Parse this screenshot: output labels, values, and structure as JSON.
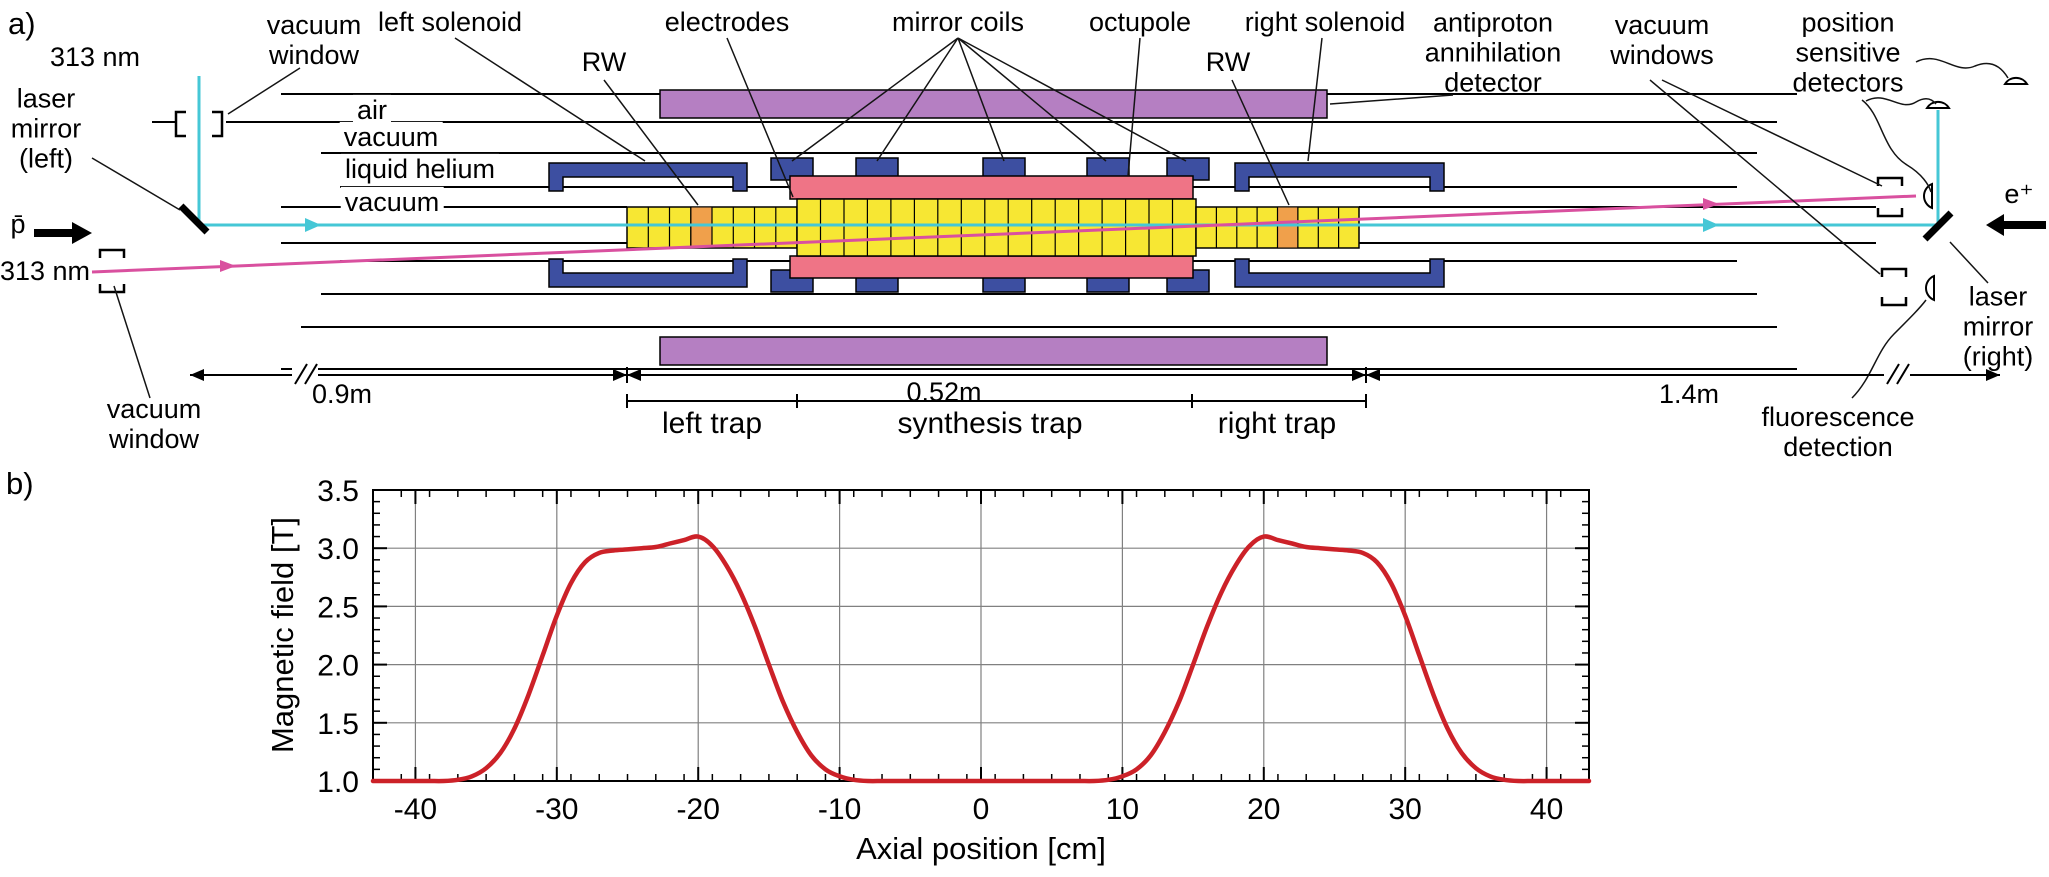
{
  "panel_a": {
    "tag": "a)",
    "labels": {
      "laser_wavelength_top": "313 nm",
      "vacuum_window_top": "vacuum\nwindow",
      "left_solenoid": "left solenoid",
      "rw_left": "RW",
      "electrodes": "electrodes",
      "mirror_coils": "mirror coils",
      "octupole": "octupole",
      "rw_right": "RW",
      "right_solenoid": "right solenoid",
      "annihilation_detector": "antiproton\nannihilation\ndetector",
      "vacuum_windows_right": "vacuum\nwindows",
      "position_detectors": "position\nsensitive\ndetectors",
      "layer_air": "air",
      "layer_vacuum_outer": "vacuum",
      "layer_liquid_helium": "liquid helium",
      "layer_vacuum_inner": "vacuum",
      "laser_mirror_left": "laser\nmirror\n(left)",
      "pbar": "p̄",
      "laser_wavelength_bottom": "313 nm",
      "vacuum_window_bottom": "vacuum\nwindow",
      "dim_left": "0.9m",
      "dim_center": "0.52m",
      "dim_right": "1.4m",
      "left_trap": "left trap",
      "synthesis_trap": "synthesis trap",
      "right_trap": "right trap",
      "positron": "e⁺",
      "laser_mirror_right": "laser\nmirror\n(right)",
      "fluorescence": "fluorescence\ndetection"
    },
    "colors": {
      "electrode_yellow": "#f7e733",
      "rw_orange": "#f0a04b",
      "coil_blue": "#3d4fa1",
      "octupole_pink": "#ef7486",
      "detector_purple": "#b57fc2",
      "beam_cyan": "#45c7d6",
      "beam_magenta": "#d9509f"
    }
  },
  "panel_b": {
    "tag": "b)"
  },
  "chart_data": {
    "type": "line",
    "title": "",
    "xlabel": "Axial position [cm]",
    "ylabel": "Magnetic field [T]",
    "xlim": [
      -43,
      43
    ],
    "ylim": [
      1.0,
      3.5
    ],
    "grid": true,
    "xticks": [
      -40,
      -30,
      -20,
      -10,
      0,
      10,
      20,
      30,
      40
    ],
    "xtick_labels": [
      "-40",
      "-30",
      "-20",
      "-10",
      "0",
      "10",
      "20",
      "30",
      "40"
    ],
    "yticks": [
      1.0,
      1.5,
      2.0,
      2.5,
      3.0,
      3.5
    ],
    "ytick_labels": [
      "1.0",
      "1.5",
      "2.0",
      "2.5",
      "3.0",
      "3.5"
    ],
    "x_minor_step": 2,
    "y_minor_step": 0.1,
    "series": [
      {
        "name": "magnetic field",
        "color": "#cc2128",
        "x": [
          -43,
          -42,
          -41,
          -40,
          -39,
          -38,
          -37,
          -36,
          -35,
          -34,
          -33,
          -32,
          -31,
          -30,
          -29,
          -28,
          -27,
          -26,
          -25,
          -24,
          -23,
          -22,
          -21,
          -20,
          -19,
          -18,
          -17,
          -16,
          -15,
          -14,
          -13,
          -12,
          -11,
          -10,
          -9,
          -8,
          -7,
          -6,
          -5,
          -4,
          -3,
          -2,
          -1,
          0,
          1,
          2,
          3,
          4,
          5,
          6,
          7,
          8,
          9,
          10,
          11,
          12,
          13,
          14,
          15,
          16,
          17,
          18,
          19,
          20,
          21,
          22,
          23,
          24,
          25,
          26,
          27,
          28,
          29,
          30,
          31,
          32,
          33,
          34,
          35,
          36,
          37,
          38,
          39,
          40,
          41,
          42,
          43
        ],
        "y": [
          1.0,
          1.0,
          1.0,
          1.0,
          1.0,
          1.0,
          1.01,
          1.04,
          1.11,
          1.24,
          1.45,
          1.74,
          2.08,
          2.42,
          2.7,
          2.88,
          2.96,
          2.98,
          2.99,
          3.0,
          3.01,
          3.04,
          3.07,
          3.1,
          3.02,
          2.85,
          2.62,
          2.33,
          2.0,
          1.68,
          1.42,
          1.22,
          1.1,
          1.04,
          1.01,
          1.0,
          1.0,
          1.0,
          1.0,
          1.0,
          1.0,
          1.0,
          1.0,
          1.0,
          1.0,
          1.0,
          1.0,
          1.0,
          1.0,
          1.0,
          1.0,
          1.0,
          1.01,
          1.04,
          1.1,
          1.22,
          1.42,
          1.68,
          2.0,
          2.33,
          2.62,
          2.85,
          3.02,
          3.1,
          3.07,
          3.04,
          3.01,
          3.0,
          2.99,
          2.98,
          2.96,
          2.88,
          2.7,
          2.42,
          2.08,
          1.74,
          1.45,
          1.24,
          1.11,
          1.04,
          1.01,
          1.0,
          1.0,
          1.0,
          1.0,
          1.0,
          1.0
        ]
      }
    ]
  }
}
